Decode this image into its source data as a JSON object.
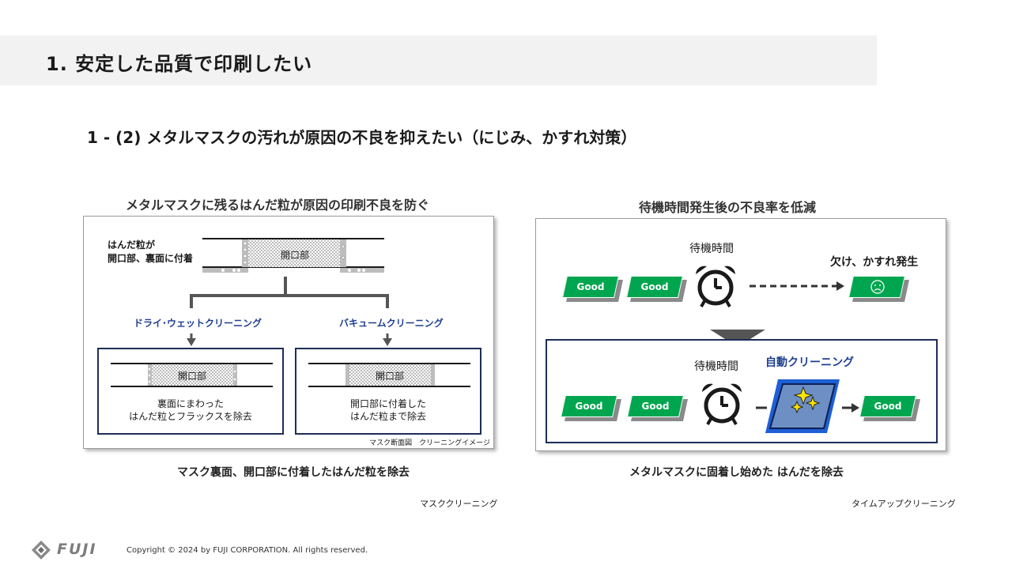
{
  "slide": {
    "title": "1. 安定した品質で印刷したい",
    "subtitle": "1 - (2) メタルマスクの汚れが原因の不良を抑えたい（にじみ、かすれ対策）"
  },
  "left_panel": {
    "heading": "メタルマスクに残るはんだ粒が原因の印刷不良を防ぐ",
    "note_line1": "はんだ粒が",
    "note_line2": "開口部、裏面に付着",
    "opening_label": "開口部",
    "method1": "ドライ･ウェットクリーニング",
    "method2": "バキュームクリーニング",
    "box1_opening": "開口部",
    "box1_line1": "裏面にまわった",
    "box1_line2": "はんだ粒とフラックスを除去",
    "box2_opening": "開口部",
    "box2_line1": "開口部に付着した",
    "box2_line2": "はんだ粒まで除去",
    "image_caption": "マスク断面図　クリーニングイメージ",
    "caption": "マスク裏面、開口部に付着したはんだ粒を除去",
    "feature_name": "マスククリーニング"
  },
  "right_panel": {
    "heading": "待機時間発生後の不良率を低減",
    "top_wait_label": "待機時間",
    "defect_label": "欠け、かすれ発生",
    "bottom_wait_label": "待機時間",
    "auto_clean_label": "自動クリーニング",
    "good_label": "Good",
    "caption": "メタルマスクに固着し始めた はんだを除去",
    "feature_name": "タイムアップクリーニング"
  },
  "footer": {
    "brand": "FUJI",
    "copyright": "Copyright © 2024 by FUJI CORPORATION. All rights reserved."
  },
  "colors": {
    "good_green": "#00a64f",
    "navy": "#1d2d57",
    "blue_text": "#1f3f8f",
    "title_band": "#f2f2f2"
  }
}
